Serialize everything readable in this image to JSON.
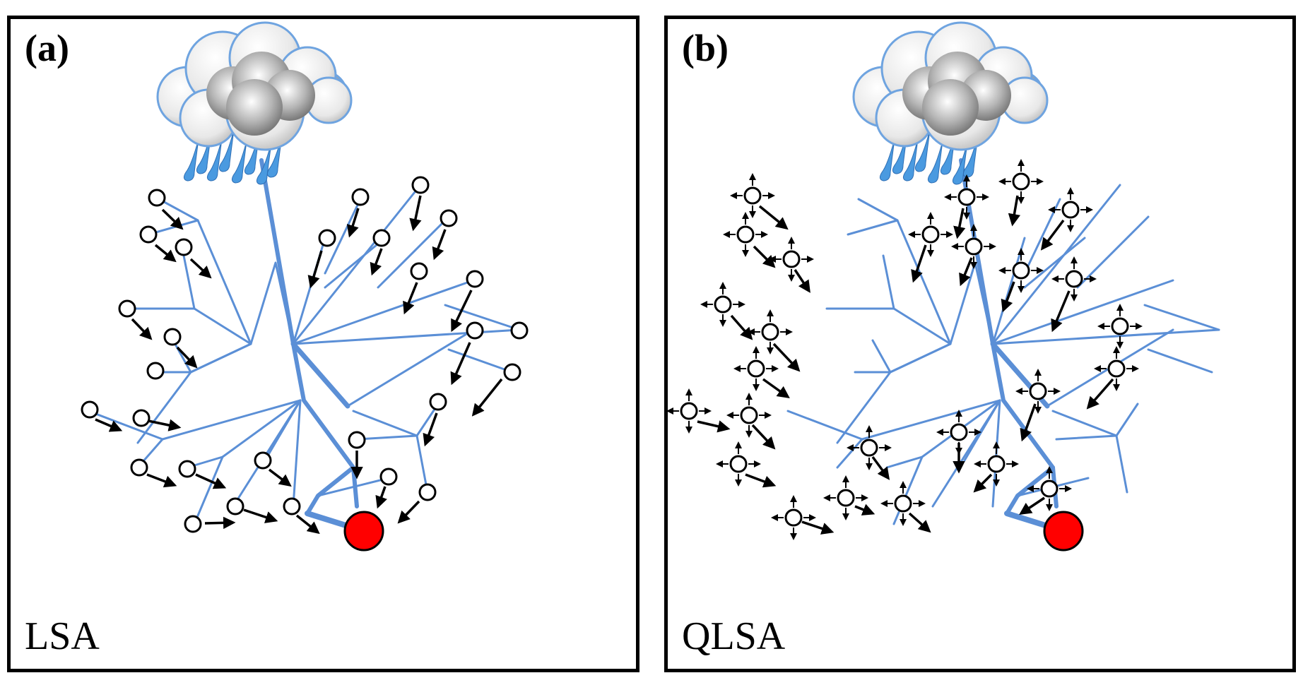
{
  "panels": [
    {
      "letter": "(a)",
      "method": "LSA"
    },
    {
      "letter": "(b)",
      "method": "QLSA"
    }
  ],
  "colors": {
    "river": "#5b8fd6",
    "cloud_outline": "#6fa4e0",
    "cloud_gray": "#8c8c8c",
    "rain": "#4a9ae0",
    "outlet": "#ff0000",
    "node": "#ffffff",
    "arrow": "#000000"
  },
  "icons": [
    "rain-cloud-icon",
    "outlet-node",
    "source-node",
    "direction-arrow"
  ]
}
